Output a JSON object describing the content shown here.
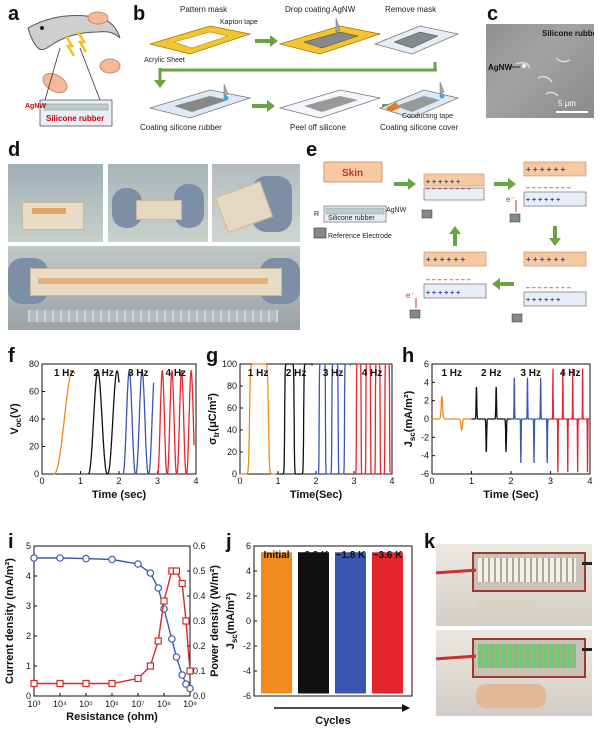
{
  "panels": {
    "a": "a",
    "b": "b",
    "c": "c",
    "d": "d",
    "e": "e",
    "f": "f",
    "g": "g",
    "h": "h",
    "i": "i",
    "j": "j",
    "k": "k"
  },
  "a": {
    "agnw": "AgNW",
    "rubber": "Silicone rubber"
  },
  "b": {
    "steps": [
      "Pattern mask",
      "Drop coating AgNW",
      "Remove mask",
      "Coating silicone rubber",
      "Peel off silicone",
      "Coating silicone cover"
    ],
    "kapton": "Kapton tape",
    "acrylic": "Acrylic Sheet",
    "conducting": "Conducting tape"
  },
  "c": {
    "rubber": "Silicone rubber",
    "agnw": "AgNW",
    "scale": "5 μm"
  },
  "e": {
    "skin": "Skin",
    "agnw": "AgNW",
    "rubber": "Silicone rubber",
    "r": "R",
    "ref": "Reference Electrode",
    "electron": "e⁻",
    "plus": "+ + + + + +",
    "minus": "– – – – – – – –"
  },
  "f": {
    "xlabel": "Time (sec)",
    "ylabel": "V",
    "ysub": "oc",
    "yunit": "(V)",
    "xticks": [
      "0",
      "1",
      "2",
      "3",
      "4"
    ],
    "yticks": [
      "0",
      "20",
      "40",
      "60",
      "80"
    ],
    "hz": [
      "1 Hz",
      "2 Hz",
      "3 Hz",
      "4 Hz"
    ]
  },
  "g": {
    "xlabel": "Time(Sec)",
    "ylabel": "σ",
    "ysub": "tr",
    "yunit": "(μC/m²)",
    "xticks": [
      "0",
      "1",
      "2",
      "3",
      "4"
    ],
    "yticks": [
      "0",
      "20",
      "40",
      "60",
      "80",
      "100"
    ],
    "hz": [
      "1 Hz",
      "2 Hz",
      "3 Hz",
      "4 Hz"
    ]
  },
  "h": {
    "xlabel": "Time (Sec)",
    "ylabel": "J",
    "ysub": "sc",
    "yunit": "(mA/m²)",
    "xticks": [
      "0",
      "1",
      "2",
      "3",
      "4"
    ],
    "yticks": [
      "-6",
      "-4",
      "-2",
      "0",
      "2",
      "4",
      "6"
    ],
    "hz": [
      "1 Hz",
      "2 Hz",
      "3 Hz",
      "4 Hz"
    ]
  },
  "i": {
    "xlabel": "Resistance (ohm)",
    "ylabel_left": "Current density (mA/m²)",
    "ylabel_right": "Power density (W/m²)",
    "yticks_left": [
      "0",
      "1",
      "2",
      "3",
      "4",
      "5"
    ],
    "yticks_right": [
      "0.0",
      "0.1",
      "0.2",
      "0.3",
      "0.4",
      "0.5",
      "0.6"
    ],
    "xticks": [
      "10³",
      "10⁴",
      "10⁵",
      "10⁶",
      "10⁷",
      "10⁸",
      "10⁹"
    ]
  },
  "j": {
    "xlabel": "Cycles",
    "ylabel": "J",
    "ysub": "sc",
    "yunit": "(mA/m²)",
    "yticks": [
      "-6",
      "-4",
      "-2",
      "0",
      "2",
      "4",
      "6"
    ],
    "groups": [
      "Initial",
      "~0.9 K",
      "~1.8 K",
      "~3.6 K"
    ]
  },
  "colors": {
    "orange": "#f08a1c",
    "black": "#111111",
    "blue": "#3a56b0",
    "red": "#e4262c",
    "current": "#3d5aa8",
    "power": "#d22b2b"
  },
  "chart_data": [
    {
      "type": "line",
      "panel": "f",
      "xlabel": "Time (sec)",
      "ylabel": "Voc (V)",
      "xlim": [
        0,
        4
      ],
      "ylim": [
        0,
        80
      ],
      "segments": [
        {
          "freq": 1,
          "start": 0.3,
          "end": 0.85,
          "peak": 75,
          "base": 0
        },
        {
          "freq": 2,
          "start": 1.2,
          "end": 2.0,
          "peak": 75,
          "base": 0
        },
        {
          "freq": 3,
          "start": 2.1,
          "end": 2.9,
          "peak": 75,
          "base": 0
        },
        {
          "freq": 4,
          "start": 3.0,
          "end": 3.95,
          "peak": 75,
          "base": 0
        }
      ]
    },
    {
      "type": "line",
      "panel": "g",
      "xlabel": "Time(Sec)",
      "ylabel": "σtr (μC/m²)",
      "xlim": [
        0,
        4
      ],
      "ylim": [
        0,
        100
      ],
      "segments": [
        {
          "freq": 1,
          "start": 0.0,
          "end": 0.95,
          "peak": 100,
          "base": 0
        },
        {
          "freq": 2,
          "start": 1.05,
          "end": 1.9,
          "peak": 100,
          "base": 0
        },
        {
          "freq": 3,
          "start": 2.0,
          "end": 2.9,
          "peak": 100,
          "base": 0
        },
        {
          "freq": 4,
          "start": 3.0,
          "end": 3.95,
          "peak": 100,
          "base": 0
        }
      ]
    },
    {
      "type": "line",
      "panel": "h",
      "xlabel": "Time (Sec)",
      "ylabel": "Jsc (mA/m²)",
      "xlim": [
        0,
        4
      ],
      "ylim": [
        -6,
        6
      ],
      "segments": [
        {
          "freq": 1,
          "start": 0.0,
          "end": 1.0,
          "pos": 2.5,
          "neg": -1.2
        },
        {
          "freq": 2,
          "start": 1.0,
          "end": 2.0,
          "pos": 3.5,
          "neg": -3.6
        },
        {
          "freq": 3,
          "start": 2.0,
          "end": 3.0,
          "pos": 4.5,
          "neg": -4.8
        },
        {
          "freq": 4,
          "start": 3.0,
          "end": 4.0,
          "pos": 5.5,
          "neg": -5.8
        }
      ]
    },
    {
      "type": "line",
      "panel": "i",
      "xlabel": "Resistance (ohm)",
      "xscale": "log",
      "xlim": [
        1000,
        1000000000
      ],
      "ylim_left": [
        0,
        5
      ],
      "ylim_right": [
        0,
        0.6
      ],
      "series": [
        {
          "name": "Current density",
          "axis": "left",
          "x": [
            1000,
            10000,
            100000,
            1000000,
            10000000,
            30000000,
            60000000,
            100000000,
            200000000,
            300000000,
            500000000,
            700000000,
            1000000000
          ],
          "y": [
            4.6,
            4.6,
            4.58,
            4.55,
            4.4,
            4.1,
            3.6,
            2.9,
            1.9,
            1.3,
            0.7,
            0.4,
            0.25
          ]
        },
        {
          "name": "Power density",
          "axis": "right",
          "x": [
            1000,
            10000,
            100000,
            1000000,
            10000000,
            30000000,
            60000000,
            100000000,
            200000000,
            300000000,
            500000000,
            700000000,
            1000000000
          ],
          "y": [
            0.05,
            0.05,
            0.05,
            0.05,
            0.07,
            0.12,
            0.22,
            0.38,
            0.5,
            0.5,
            0.45,
            0.3,
            0.1
          ]
        }
      ]
    },
    {
      "type": "area",
      "panel": "j",
      "xlabel": "Cycles",
      "ylabel": "Jsc (mA/m²)",
      "ylim": [
        -6,
        6
      ],
      "categories": [
        "Initial",
        "~0.9 K",
        "~1.8 K",
        "~3.6 K"
      ],
      "max": [
        5.5,
        5.5,
        5.5,
        5.5
      ],
      "min": [
        -5.8,
        -5.8,
        -5.8,
        -5.8
      ]
    }
  ]
}
